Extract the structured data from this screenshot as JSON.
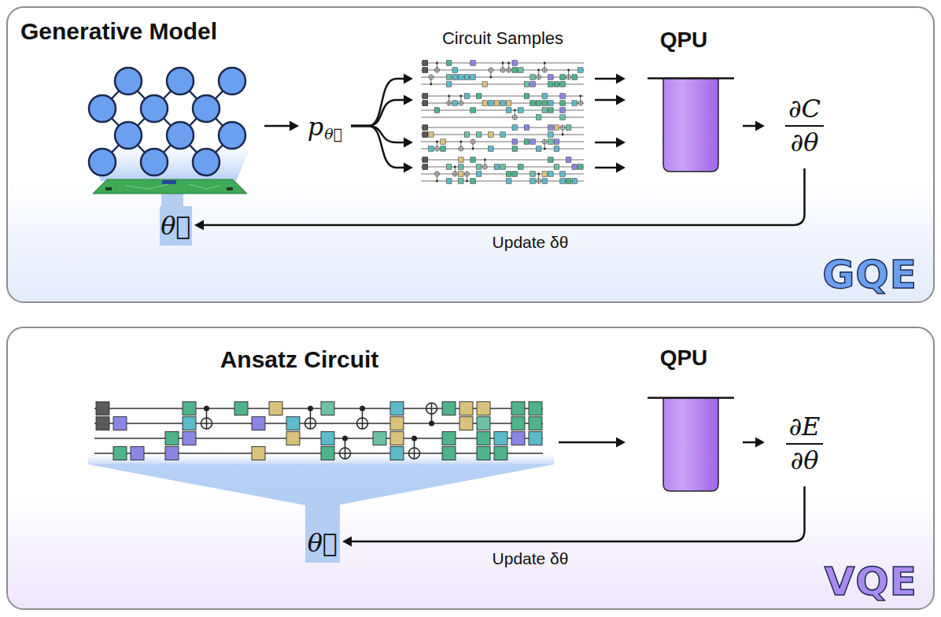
{
  "diagram": {
    "nodes": [
      {
        "text": [
          "GQE"
        ]
      },
      {
        "text": [
          "Generative Model"
        ],
        "in": 0
      },
      {
        "text": [
          "p",
          "θ⃗"
        ],
        "in": 0
      },
      {
        "text": [
          "Circuit Samples"
        ],
        "in": 0
      },
      {
        "text": [
          "QPU"
        ],
        "in": 0
      },
      {
        "text": [
          "∂C",
          "∂θ"
        ],
        "in": 0
      },
      {
        "text": [
          "θ⃗"
        ],
        "in": 0
      },
      {
        "text": [
          "VQE"
        ]
      },
      {
        "text": [
          "Ansatz Circuit"
        ],
        "in": 7
      },
      {
        "text": [
          "QPU"
        ],
        "in": 7
      },
      {
        "text": [
          "∂E",
          "∂θ"
        ],
        "in": 7
      },
      {
        "text": [
          "θ⃗"
        ],
        "in": 7
      }
    ],
    "edges": [
      {
        "from": 1,
        "to": 2,
        "arrow": "to"
      },
      {
        "from": 2,
        "to": 3,
        "arrow": "to"
      },
      {
        "from": 3,
        "to": 4,
        "arrow": "to"
      },
      {
        "from": 4,
        "to": 5,
        "arrow": "to"
      },
      {
        "from": 5,
        "to": 6,
        "label": "Update δθ",
        "arrow": "to"
      },
      {
        "from": 8,
        "to": 9,
        "arrow": "to"
      },
      {
        "from": 9,
        "to": 10,
        "arrow": "to"
      },
      {
        "from": 10,
        "to": 11,
        "label": "Update δθ",
        "arrow": "to"
      }
    ]
  }
}
